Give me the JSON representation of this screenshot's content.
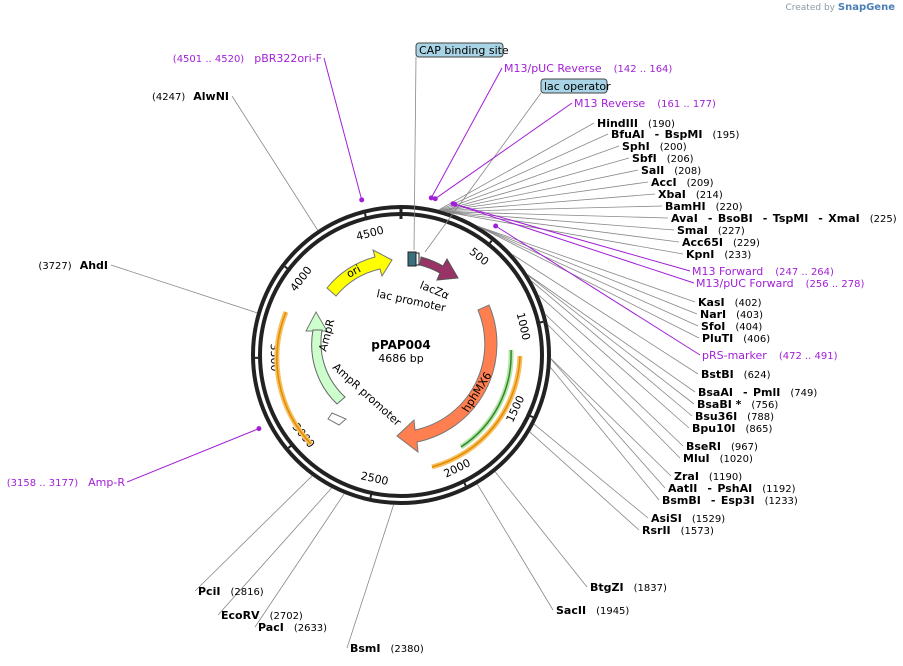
{
  "brand": {
    "created_by": "Created by",
    "name": "SnapGene"
  },
  "plasmid": {
    "name": "pPAP004",
    "length": "4686 bp"
  },
  "ticks": [
    "500",
    "1000",
    "1500",
    "2000",
    "2500",
    "3000",
    "3500",
    "4000",
    "4500"
  ],
  "features": [
    {
      "name": "ori",
      "color": "#ffff00"
    },
    {
      "name": "lacZα",
      "color": "#993366"
    },
    {
      "name": "lac promoter",
      "color": "#ffffff"
    },
    {
      "name": "AmpR",
      "color": "#ccffcc"
    },
    {
      "name": "AmpR promoter",
      "color": "#ffffff"
    },
    {
      "name": "hphMX6",
      "color": "#ff7f50"
    }
  ],
  "boxed_labels": [
    "CAP binding site",
    "lac operator"
  ],
  "enzymes": [
    {
      "name": "HindIII",
      "pos": "(190)"
    },
    {
      "name": "BfuAI",
      "name2": "BspMI",
      "pos": "(195)"
    },
    {
      "name": "SphI",
      "pos": "(200)"
    },
    {
      "name": "SbfI",
      "pos": "(206)"
    },
    {
      "name": "SalI",
      "pos": "(208)"
    },
    {
      "name": "AccI",
      "pos": "(209)"
    },
    {
      "name": "XbaI",
      "pos": "(214)"
    },
    {
      "name": "BamHI",
      "pos": "(220)"
    },
    {
      "name": "AvaI",
      "name2": "BsoBI",
      "name3": "TspMI",
      "name4": "XmaI",
      "pos": "(225)"
    },
    {
      "name": "SmaI",
      "pos": "(227)"
    },
    {
      "name": "Acc65I",
      "pos": "(229)"
    },
    {
      "name": "KpnI",
      "pos": "(233)"
    },
    {
      "name": "KasI",
      "pos": "(402)"
    },
    {
      "name": "NarI",
      "pos": "(403)"
    },
    {
      "name": "SfoI",
      "pos": "(404)"
    },
    {
      "name": "PluTI",
      "pos": "(406)"
    },
    {
      "name": "BstBI",
      "pos": "(624)"
    },
    {
      "name": "BsaAI",
      "name2": "PmlI",
      "pos": "(749)"
    },
    {
      "name": "BsaBI *",
      "pos": "(756)"
    },
    {
      "name": "Bsu36I",
      "pos": "(788)"
    },
    {
      "name": "Bpu10I",
      "pos": "(865)"
    },
    {
      "name": "BseRI",
      "pos": "(967)"
    },
    {
      "name": "MluI",
      "pos": "(1020)"
    },
    {
      "name": "ZraI",
      "pos": "(1190)"
    },
    {
      "name": "AatII",
      "name2": "PshAI",
      "pos": "(1192)"
    },
    {
      "name": "BsmBI",
      "name2": "Esp3I",
      "pos": "(1233)"
    },
    {
      "name": "AsiSI",
      "pos": "(1529)"
    },
    {
      "name": "RsrII",
      "pos": "(1573)"
    },
    {
      "name": "BtgZI",
      "pos": "(1837)"
    },
    {
      "name": "SacII",
      "pos": "(1945)"
    },
    {
      "name": "BsmI",
      "pos": "(2380)"
    },
    {
      "name": "PacI",
      "pos": "(2633)"
    },
    {
      "name": "EcoRV",
      "pos": "(2702)"
    },
    {
      "name": "PciI",
      "pos": "(2816)"
    },
    {
      "name": "AhdI",
      "pos": "(3727)"
    },
    {
      "name": "AlwNI",
      "pos": "(4247)"
    }
  ],
  "primers": [
    {
      "name": "pBR322ori-F",
      "pos": "(4501 .. 4520)"
    },
    {
      "name": "M13/pUC Reverse",
      "pos": "(142 .. 164)"
    },
    {
      "name": "M13 Reverse",
      "pos": "(161 .. 177)"
    },
    {
      "name": "M13 Forward",
      "pos": "(247 .. 264)"
    },
    {
      "name": "M13/pUC Forward",
      "pos": "(256 .. 278)"
    },
    {
      "name": "pRS-marker",
      "pos": "(472 .. 491)"
    },
    {
      "name": "Amp-R",
      "pos": "(3158 .. 3177)"
    }
  ],
  "colors": {
    "primer": "#a21fd6",
    "backbone": "#222222",
    "box_fill": "#a8d4e6"
  }
}
